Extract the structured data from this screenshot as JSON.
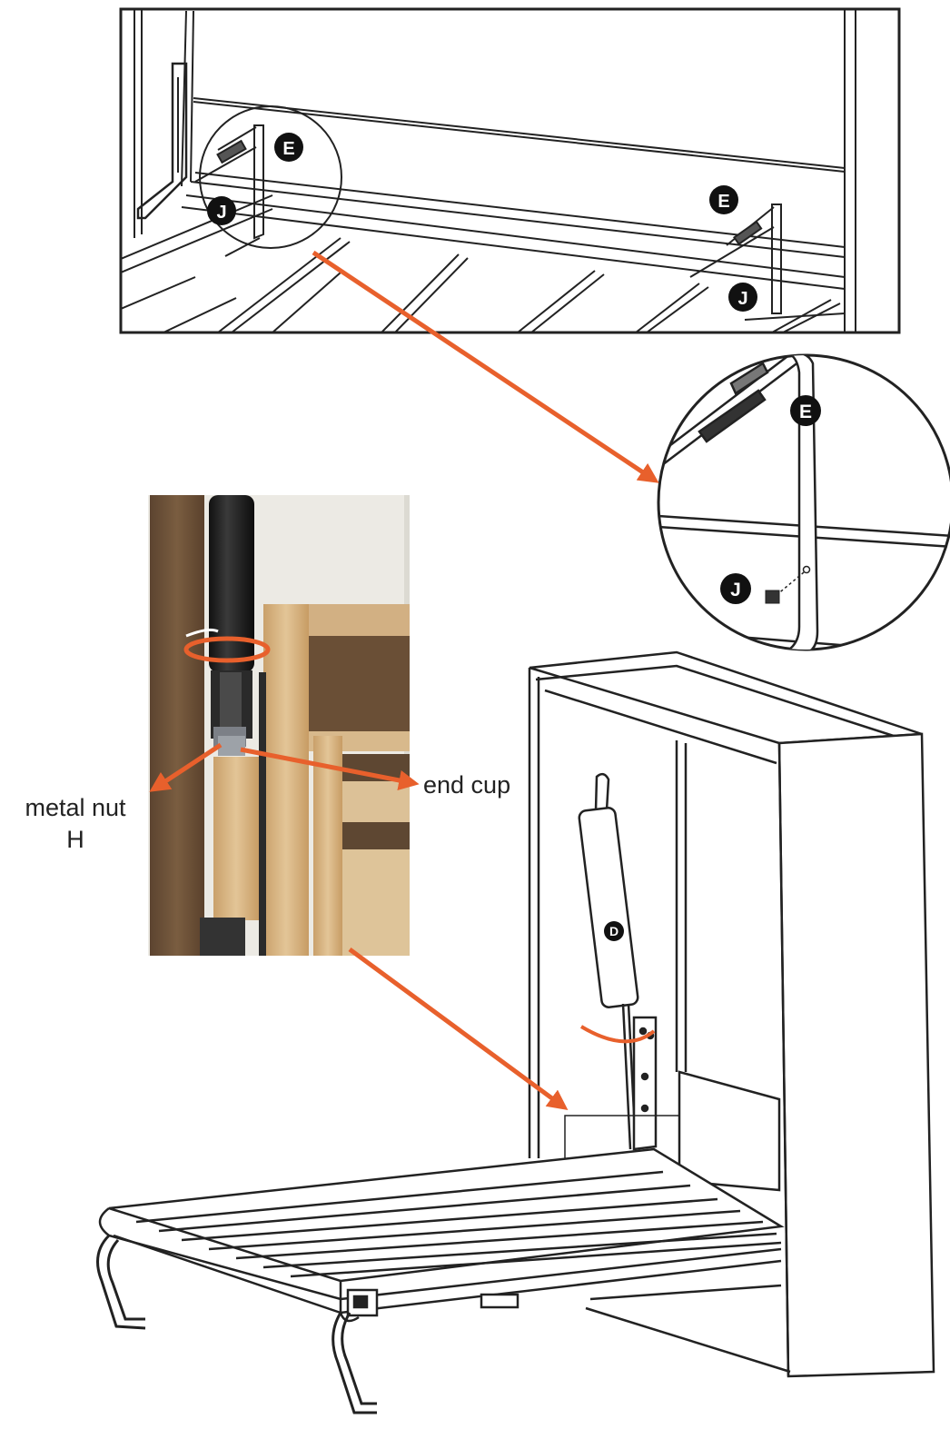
{
  "labels": {
    "metal_nut": "metal nut",
    "metal_nut_part": "H",
    "end_cup": "end cup"
  },
  "parts": {
    "E": "E",
    "J": "J",
    "D": "D"
  },
  "colors": {
    "arrow": "#e8602c",
    "line": "#222222",
    "badge": "#111111",
    "wood_light": "#d9b98c",
    "wood_dark": "#6b5138",
    "strut": "#1a1a1a"
  }
}
